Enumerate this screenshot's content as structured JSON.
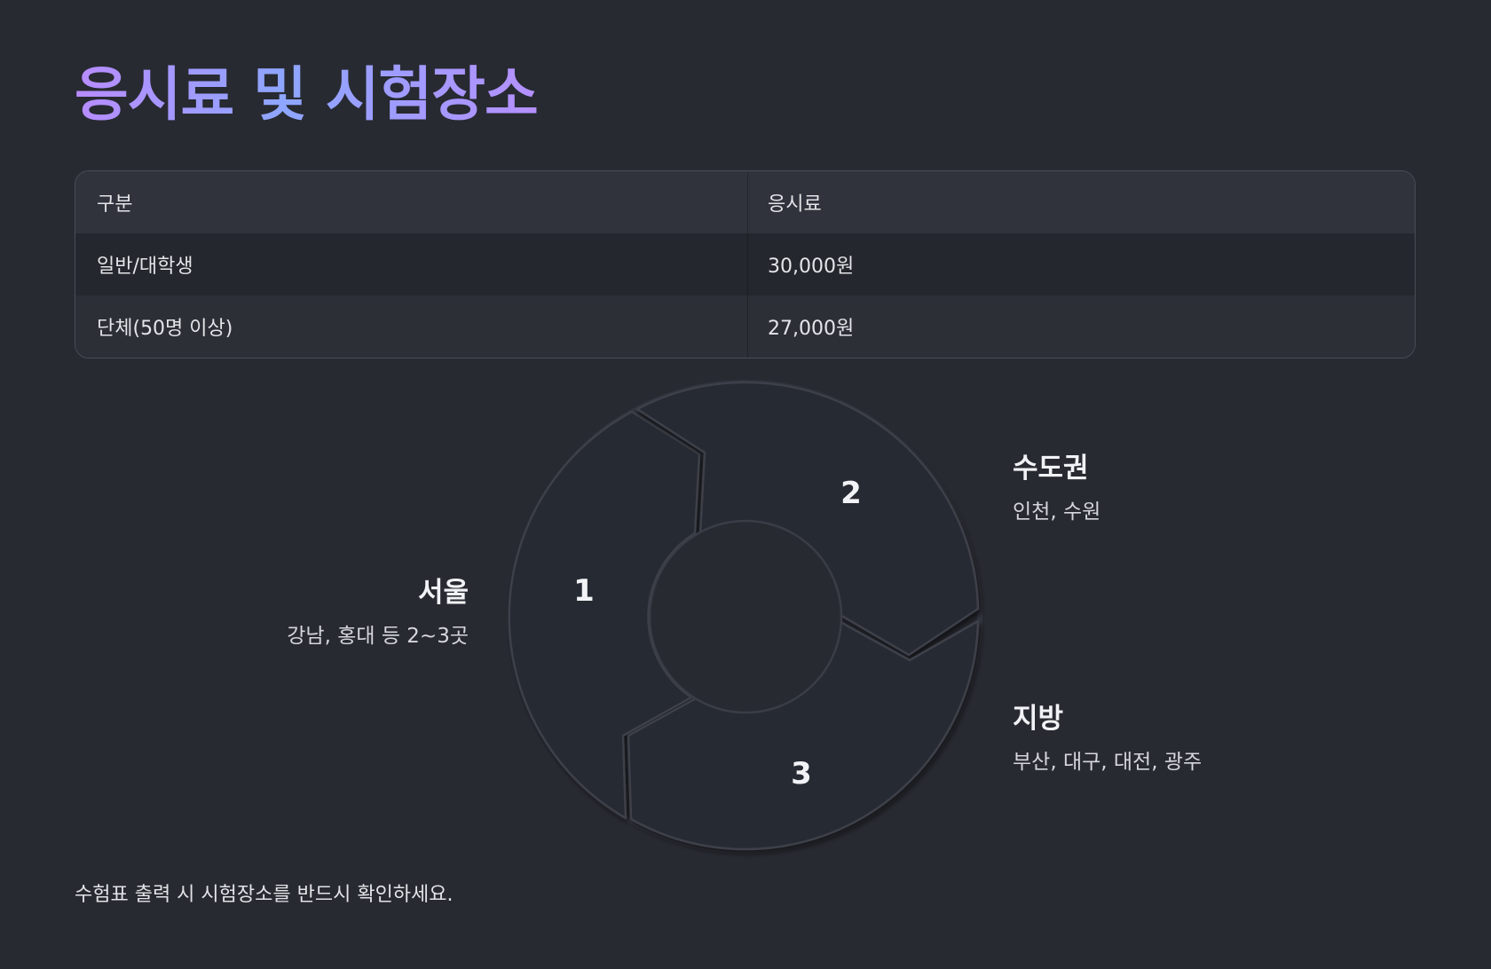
{
  "title": "응시료 및 시험장소",
  "fee_table": {
    "headers": [
      "구분",
      "응시료"
    ],
    "rows": [
      [
        "일반/대학생",
        "30,000원"
      ],
      [
        "단체(50명 이상)",
        "27,000원"
      ]
    ]
  },
  "diagram": {
    "segments": [
      {
        "number": "1",
        "name": "서울",
        "desc": "강남, 홍대 등 2~3곳"
      },
      {
        "number": "2",
        "name": "수도권",
        "desc": "인천, 수원"
      },
      {
        "number": "3",
        "name": "지방",
        "desc": "부산, 대구, 대전, 광주"
      }
    ]
  },
  "footnote": "수험표 출력 시 시험장소를 반드시 확인하세요."
}
